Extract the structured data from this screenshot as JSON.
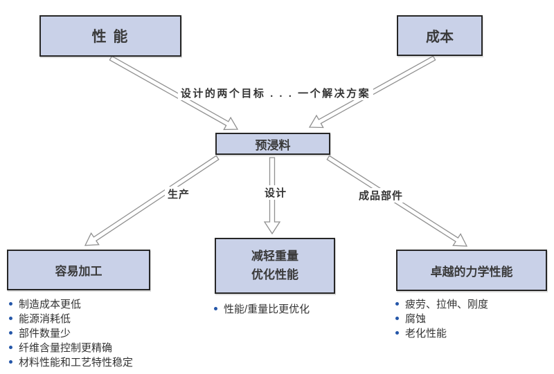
{
  "boxes": {
    "performance": "性 能",
    "cost": "成本",
    "prepreg": "预浸料",
    "easy_processing": "容易加工",
    "weight_line1": "减轻重量",
    "weight_line2": "优化性能",
    "mechanical": "卓越的力学性能"
  },
  "labels": {
    "goal": "设计的两个目标 . . . 一个解决方案",
    "production": "生产",
    "design": "设计",
    "finished_parts": "成品部件"
  },
  "bullets": {
    "easy_processing": [
      "制造成本更低",
      "能源消耗低",
      "部件数量少",
      "纤维含量控制更精确",
      "材料性能和工艺特性稳定"
    ],
    "weight": [
      "性能/重量比更优化"
    ],
    "mechanical": [
      "疲劳、拉伸、刚度",
      "腐蚀",
      "老化性能"
    ]
  },
  "colors": {
    "box_fill": "#c9d1e8",
    "box_border": "#262626",
    "arrow_stroke": "#8f8f8f",
    "bullet": "#2456a8",
    "text": "#333333"
  }
}
